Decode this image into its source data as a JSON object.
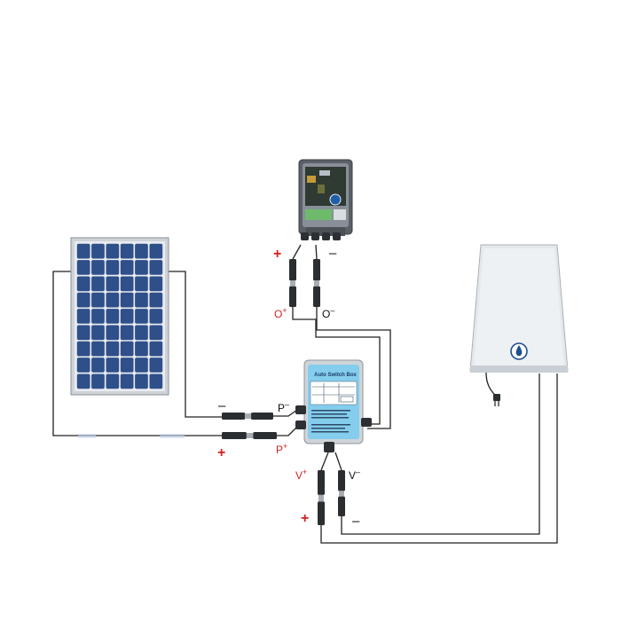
{
  "labels": {
    "ctrl_plus": "+",
    "ctrl_minus": "–",
    "o_plus": "O",
    "o_plus_sign": "+",
    "o_minus": "O",
    "o_minus_sign": "–",
    "p_minus": "P",
    "p_minus_sign": "–",
    "p_plus": "P",
    "p_plus_sign": "+",
    "panel_minus": "–",
    "panel_plus": "+",
    "v_plus": "V",
    "v_plus_sign": "+",
    "v_minus": "V",
    "v_minus_sign": "–",
    "out_plus": "+",
    "out_minus": "–"
  },
  "switch_box": {
    "title": "Auto Switch Box"
  },
  "colors": {
    "panel_cell": "#2f4f8a",
    "panel_frame": "#c9ccd1",
    "wire": "#222222",
    "sign_red": "#d61f1f",
    "box_body": "#d9dde2",
    "box_face": "#7ec8e8",
    "cabinet": "#dfe4e8"
  },
  "icons": {
    "logo": "water-drop-logo-icon",
    "plug": "power-plug-icon",
    "connector": "mc4-connector-icon"
  }
}
